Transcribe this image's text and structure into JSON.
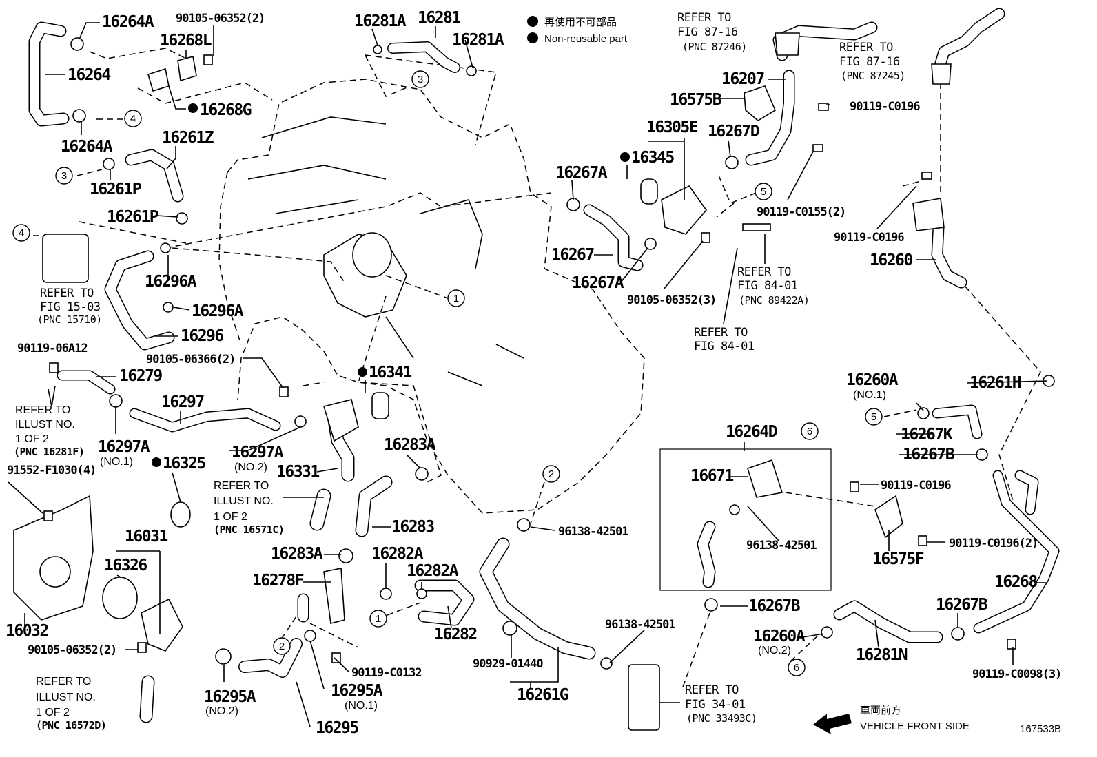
{
  "legend": {
    "marker_color": "#000000",
    "japanese": "再使用不可部品",
    "english": "Non-reusable part"
  },
  "labels": [
    "16264A",
    "90105-06352(2)",
    "16268L",
    "16264",
    "16268G",
    "16264A",
    "16261Z",
    "16261P",
    "16261P",
    "16281A",
    "16281",
    "16281A",
    "16207",
    "16575B",
    "90119-C0196",
    "16305E",
    "16267D",
    "16345",
    "16267A",
    "90119-C0155(2)",
    "90119-C0196",
    "16260",
    "16267",
    "16267A",
    "90105-06352(3)",
    "16296A",
    "16296A",
    "16296",
    "90119-06A12",
    "16279",
    "90105-06366(2)",
    "16297",
    "16297A",
    "16325",
    "16297A",
    "16331",
    "16341",
    "16283A",
    "91552-F1030(4)",
    "16031",
    "16326",
    "16283",
    "16283A",
    "16282A",
    "16282A",
    "16278F",
    "16032",
    "90105-06352(2)",
    "16282",
    "90119-C0132",
    "16295A",
    "16295A",
    "16295",
    "96138-42501",
    "16264D",
    "16671",
    "96138-42501",
    "90119-C0196",
    "90119-C0196(2)",
    "16575F",
    "16260A",
    "16261H",
    "16267K",
    "16267B",
    "16268",
    "16267B",
    "96138-42501",
    "90929-01440",
    "16261G",
    "16260A",
    "16281N",
    "16267B",
    "90119-C0098(3)"
  ],
  "sub_labels": [
    "(NO.1)",
    "(NO.2)",
    "(NO.1)",
    "(NO.2)",
    "(NO.1)",
    "(NO.2)"
  ],
  "refs": {
    "fig_87_16_a": [
      "REFER TO",
      "FIG 87-16",
      "(PNC 87246)"
    ],
    "fig_87_16_b": [
      "REFER TO",
      "FIG 87-16",
      "(PNC 87245)"
    ],
    "fig_84_01_a": [
      "REFER TO",
      "FIG 84-01",
      "(PNC 89422A)"
    ],
    "fig_84_01_b": [
      "REFER TO",
      "FIG 84-01"
    ],
    "fig_15_03": [
      "REFER TO",
      "FIG 15-03",
      "(PNC 15710)"
    ],
    "fig_34_01": [
      "REFER TO",
      "FIG 34-01",
      "(PNC 33493C)"
    ],
    "illust_16281f": [
      "REFER TO",
      "ILLUST NO.",
      "1 OF 2",
      "(PNC 16281F)"
    ],
    "illust_16571c": [
      "REFER TO",
      "ILLUST NO.",
      "1 OF 2",
      "(PNC 16571C)"
    ],
    "illust_16572d": [
      "REFER TO",
      "ILLUST NO.",
      "1 OF 2",
      "(PNC 16572D)"
    ]
  },
  "connectors": [
    "4",
    "3",
    "3",
    "4",
    "5",
    "1",
    "2",
    "5",
    "6",
    "1",
    "2",
    "6"
  ],
  "direction": {
    "japanese": "車両前方",
    "english": "VEHICLE FRONT SIDE",
    "arrow_icon": "arrow-left-icon"
  },
  "diagram_id": "167533B"
}
